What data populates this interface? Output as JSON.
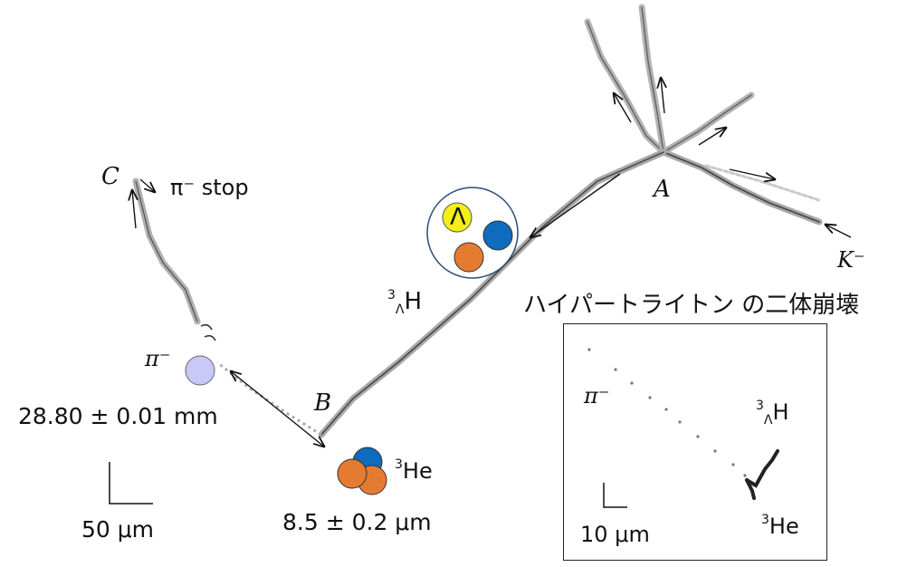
{
  "title": "ハイパートライトン の二体崩壊",
  "vertices": {
    "a": "A",
    "b": "B",
    "c": "C"
  },
  "kaon": "K⁻",
  "pion": "π⁻",
  "pion_stop": "π⁻ stop",
  "hypertriton": {
    "sup": "3",
    "sub": "Λ",
    "base": "H"
  },
  "helium3": {
    "sup": "3",
    "base": "He"
  },
  "lambda_symbol": "Λ",
  "pion_range": "28.80 ± 0.01 mm",
  "he3_range": "8.5 ± 0.2 μm",
  "scale_main": "50 μm",
  "inset": {
    "pion": "π⁻",
    "hypertriton": {
      "sup": "3",
      "sub": "Λ",
      "base": "H"
    },
    "helium3": {
      "sup": "3",
      "base": "He"
    },
    "scale": "10 μm"
  },
  "colors": {
    "lambda": "#f5ee19",
    "blue_nucleon": "#0e6bbd",
    "orange_nucleon": "#e57b30",
    "pion_ball": "#c8c9f6",
    "track": "#9a9a9a"
  }
}
